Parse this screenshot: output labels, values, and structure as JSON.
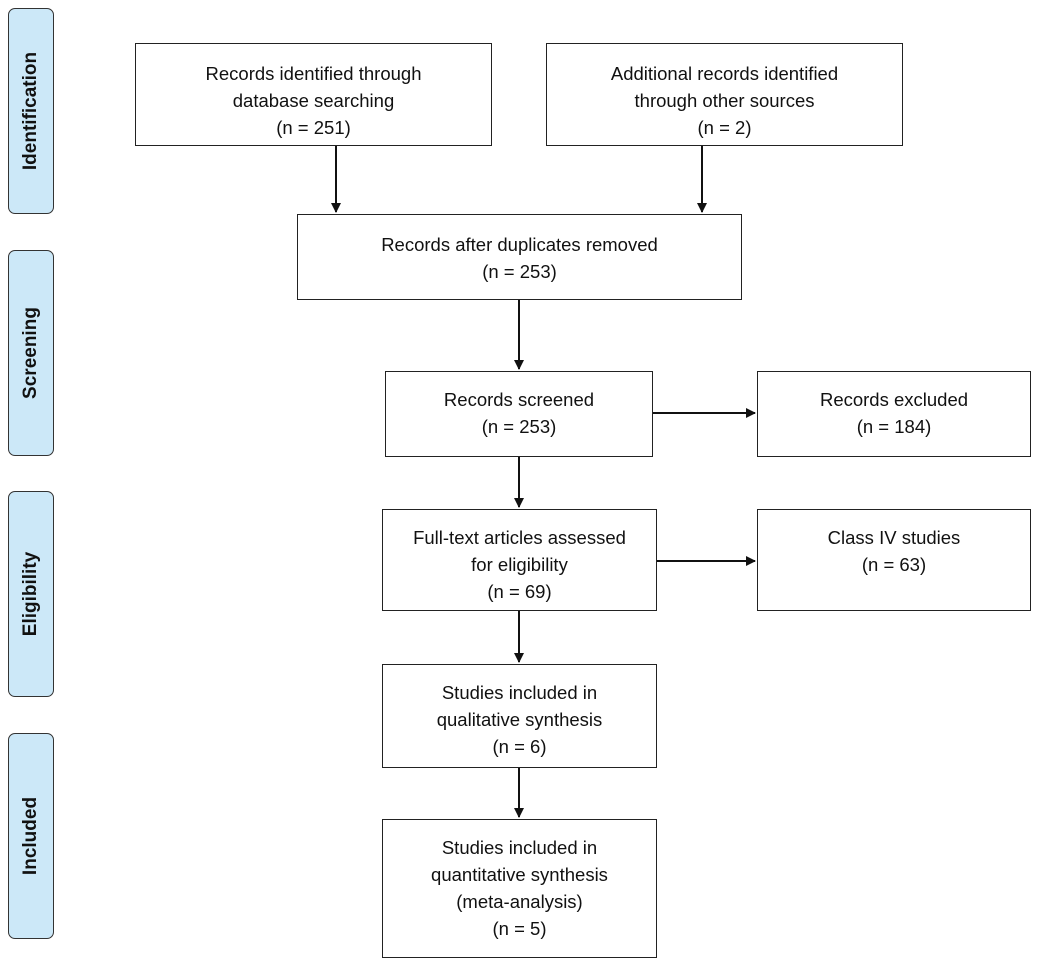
{
  "phases": {
    "identification": "Identification",
    "screening": "Screening",
    "eligibility": "Eligibility",
    "included": "Included"
  },
  "boxes": {
    "database": {
      "lines": [
        "Records identified through",
        "database searching",
        "(n = 251)"
      ]
    },
    "other": {
      "lines": [
        "Additional records identified",
        "through other sources",
        "(n = 2)"
      ]
    },
    "dedup": {
      "lines": [
        "Records after duplicates removed",
        "(n = 253)"
      ]
    },
    "screened": {
      "lines": [
        "Records screened",
        "(n = 253)"
      ]
    },
    "excluded": {
      "lines": [
        "Records excluded",
        "(n = 184)"
      ]
    },
    "fulltext": {
      "lines": [
        "Full-text articles assessed",
        "for eligibility",
        "(n = 69)"
      ]
    },
    "class4": {
      "lines": [
        "Class IV studies",
        "(n = 63)"
      ]
    },
    "qualitative": {
      "lines": [
        "Studies included in",
        "qualitative synthesis",
        "(n = 6)"
      ]
    },
    "quantitative": {
      "lines": [
        "Studies included in",
        "quantitative synthesis",
        "(meta-analysis)",
        "(n = 5)"
      ]
    }
  }
}
